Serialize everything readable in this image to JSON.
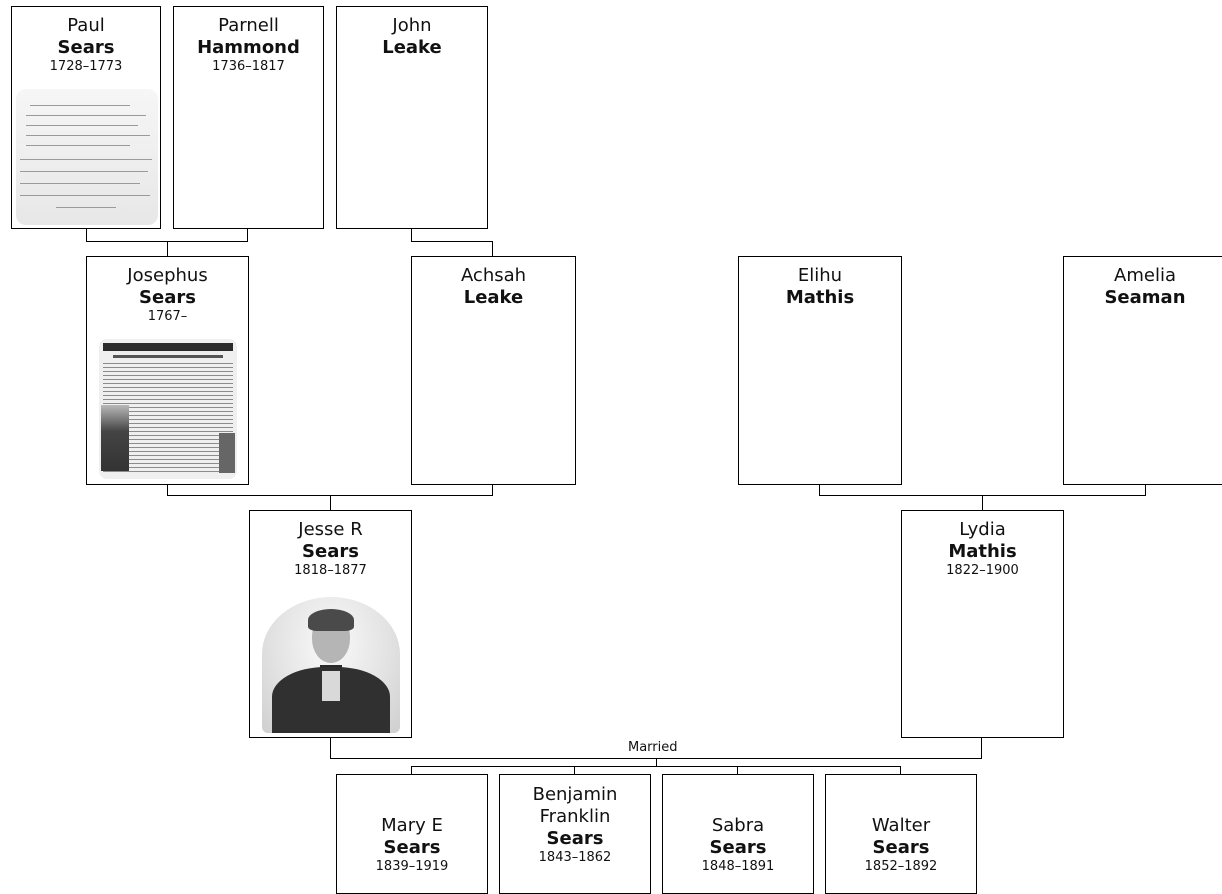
{
  "tree": {
    "couple_label": "Married",
    "people": {
      "paul": {
        "given": "Paul",
        "surname": "Sears",
        "dates": "1728–1773",
        "photo": "document"
      },
      "parnell": {
        "given": "Parnell",
        "surname": "Hammond",
        "dates": "1736–1817"
      },
      "john": {
        "given": "John",
        "surname": "Leake",
        "dates": ""
      },
      "josephus": {
        "given": "Josephus",
        "surname": "Sears",
        "dates": "1767–",
        "photo": "newspaper"
      },
      "achsah": {
        "given": "Achsah",
        "surname": "Leake",
        "dates": ""
      },
      "elihu": {
        "given": "Elihu",
        "surname": "Mathis",
        "dates": ""
      },
      "amelia": {
        "given": "Amelia",
        "surname": "Seaman",
        "dates": ""
      },
      "jesse": {
        "given": "Jesse R",
        "surname": "Sears",
        "dates": "1818–1877",
        "photo": "portrait"
      },
      "lydia": {
        "given": "Lydia",
        "surname": "Mathis",
        "dates": "1822–1900"
      }
    },
    "children": [
      {
        "given": "Mary E",
        "surname": "Sears",
        "dates": "1839–1919"
      },
      {
        "given": "Benjamin Franklin",
        "given_line1": "Benjamin",
        "given_line2": "Franklin",
        "surname": "Sears",
        "dates": "1843–1862"
      },
      {
        "given": "Sabra",
        "surname": "Sears",
        "dates": "1848–1891"
      },
      {
        "given": "Walter",
        "surname": "Sears",
        "dates": "1852–1892"
      }
    ]
  }
}
